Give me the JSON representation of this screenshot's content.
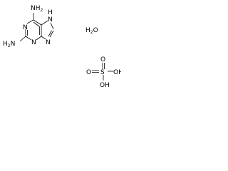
{
  "diaminopurine": {
    "amino_top": "NH",
    "amino_top_sub": "2",
    "amino_left_h": "H",
    "amino_left_sub": "2",
    "amino_left_n": "N",
    "ring_n1": "N",
    "ring_n3": "N",
    "ring_n9": "N",
    "ring_n7": "N",
    "n7_h": "H"
  },
  "water": {
    "h": "H",
    "sub": "2",
    "o": "O"
  },
  "sulfuric_acid": {
    "o_top": "O",
    "o_left": "O",
    "s": "S",
    "oh_right": "OH",
    "oh_bottom": "OH"
  }
}
